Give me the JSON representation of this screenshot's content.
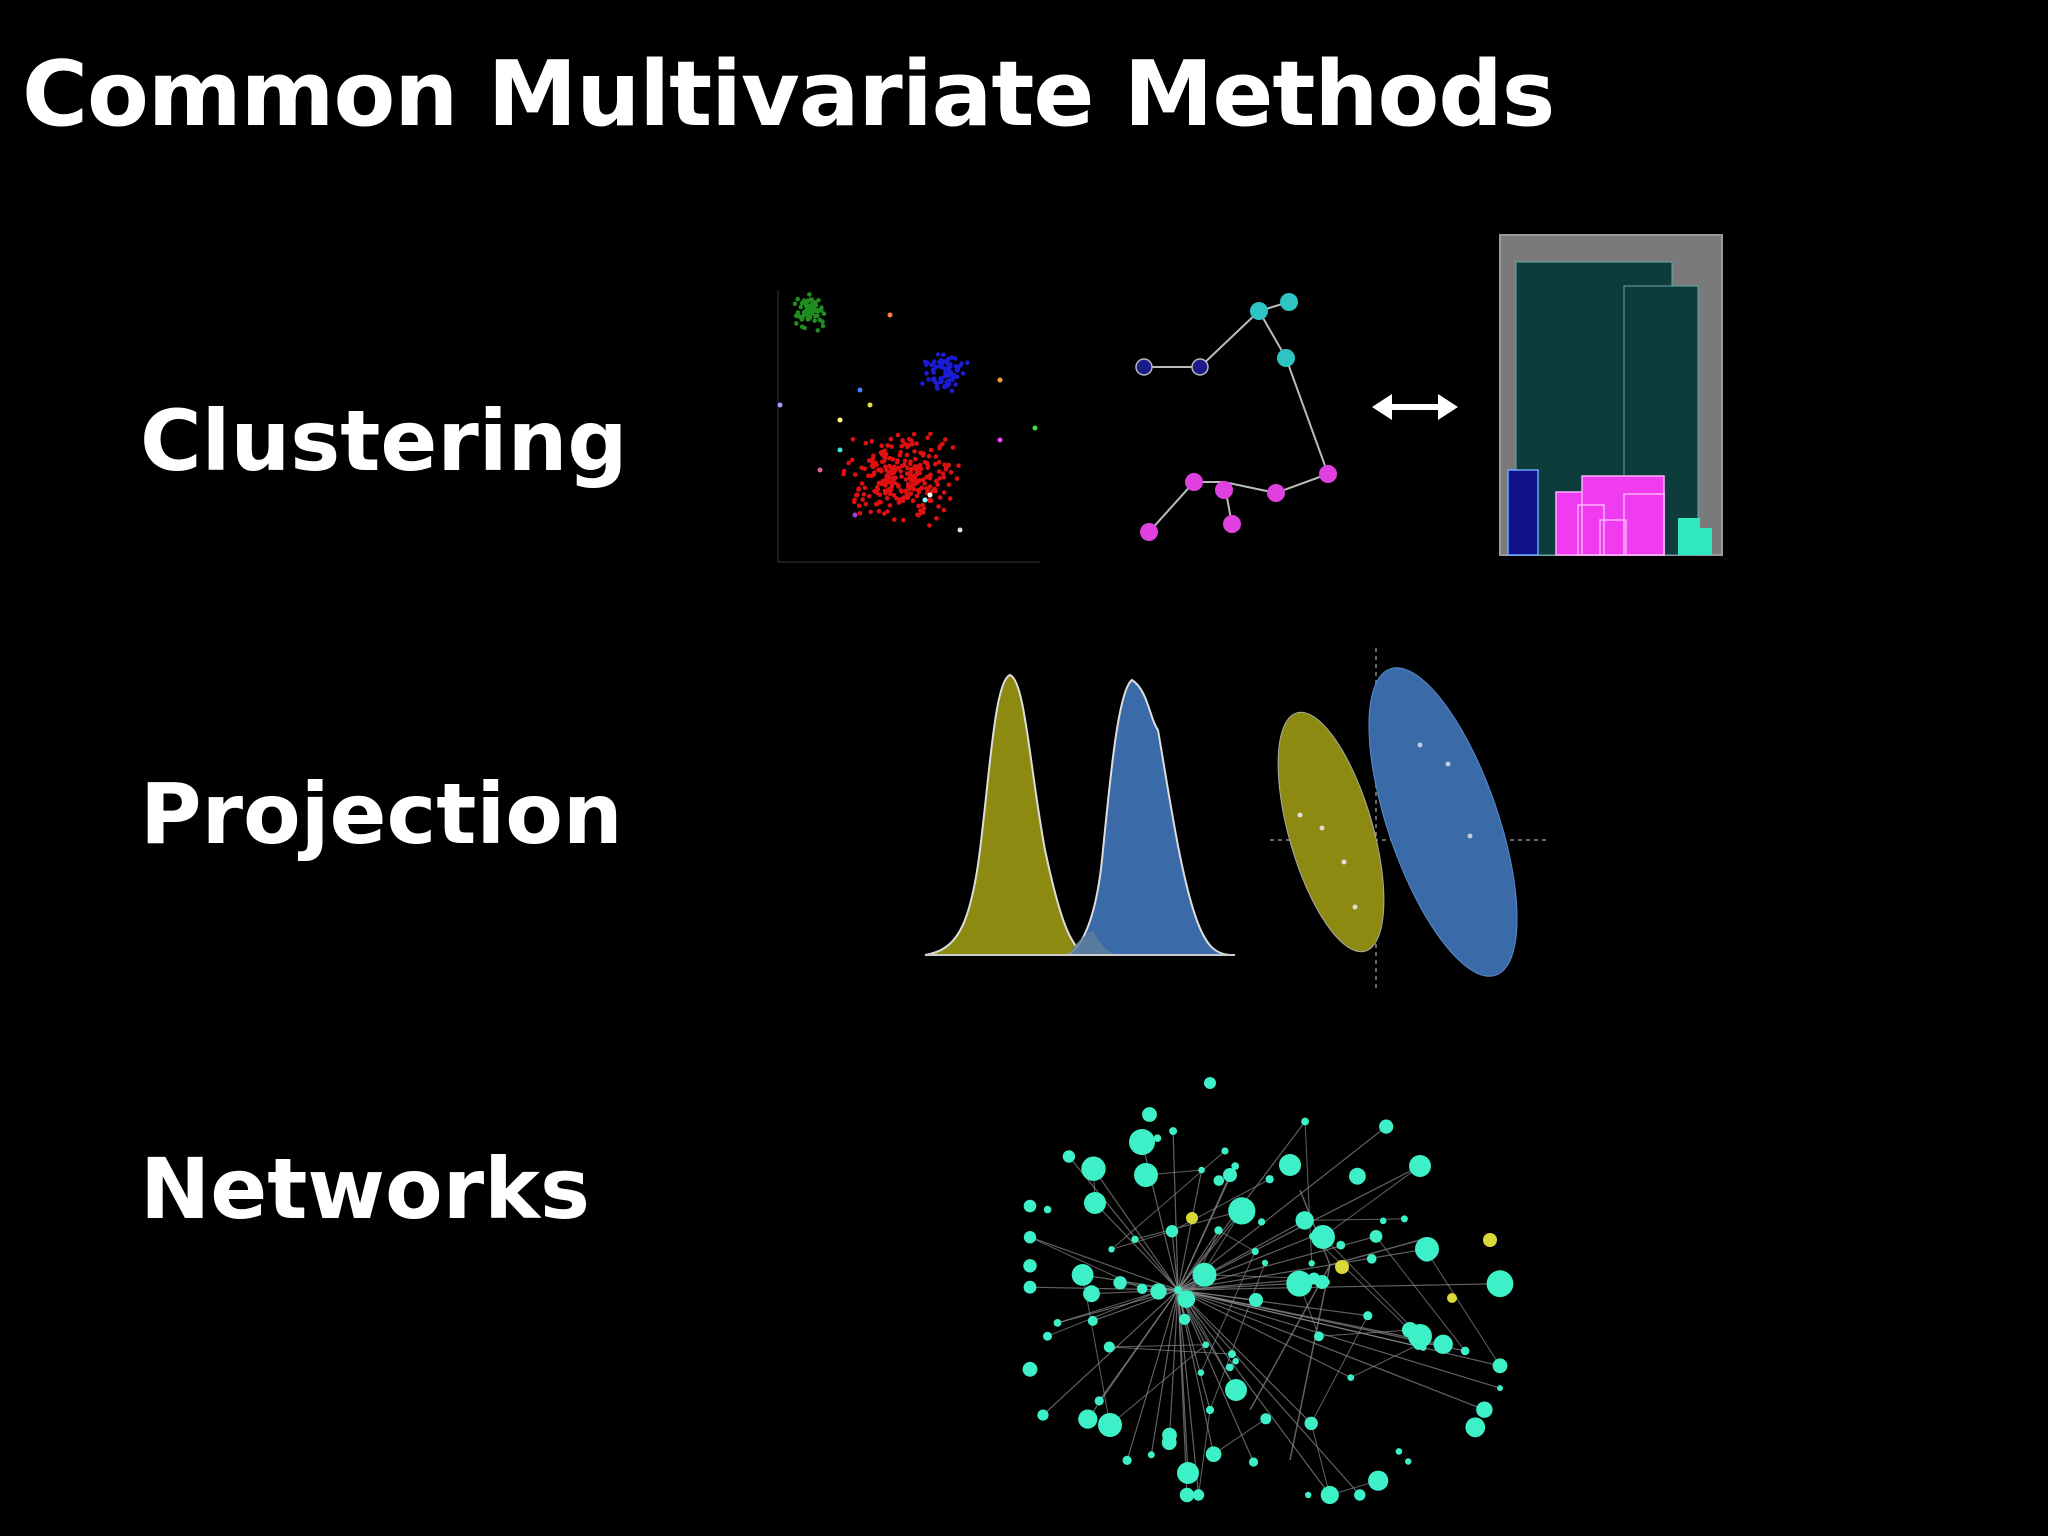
{
  "slide": {
    "title": "Common Multivariate Methods",
    "rows": [
      {
        "label": "Clustering"
      },
      {
        "label": "Projection"
      },
      {
        "label": "Networks"
      }
    ]
  },
  "colors": {
    "background": "#000000",
    "text": "#ffffff",
    "cluster_green": "#1e8c1e",
    "cluster_blue": "#1b1bd6",
    "cluster_red": "#e01010",
    "node_navy": "#1c1c8a",
    "node_teal": "#2ec4c4",
    "node_magenta": "#e040e0",
    "dendrogram_panel": "#7a7a7a",
    "dendrogram_block": "#0e3b3b",
    "projection_olive": "#8c8a10",
    "projection_blue": "#3a6aa8",
    "network_node": "#3ef0c8",
    "network_highlight": "#d8d83a",
    "network_edge": "#8a8a8a"
  },
  "icons": [
    "double-headed-arrow-icon"
  ]
}
